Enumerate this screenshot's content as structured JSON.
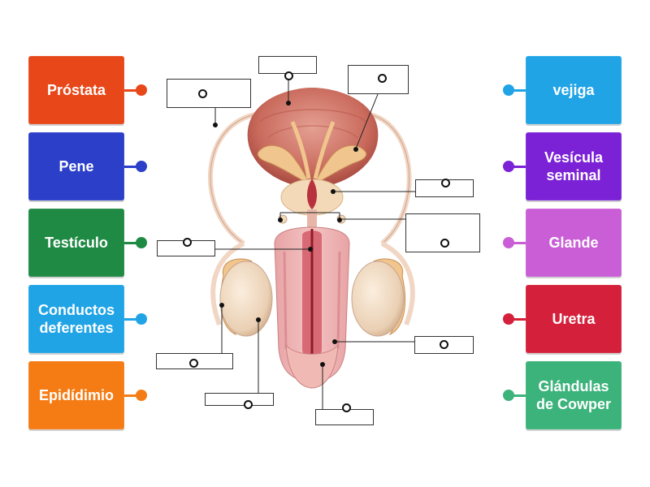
{
  "labels_left": [
    {
      "text": "Próstata",
      "color": "#e8471a"
    },
    {
      "text": "Pene",
      "color": "#2b3fc9"
    },
    {
      "text": "Testículo",
      "color": "#1f8a44"
    },
    {
      "text": "Conductos\ndeferentes",
      "color": "#20a4e6"
    },
    {
      "text": "Epidídimio",
      "color": "#f57c14"
    }
  ],
  "labels_right": [
    {
      "text": "vejiga",
      "color": "#20a4e6"
    },
    {
      "text": "Vesícula\nseminal",
      "color": "#7b22d6"
    },
    {
      "text": "Glande",
      "color": "#c95ed6"
    },
    {
      "text": "Uretra",
      "color": "#d4203a"
    },
    {
      "text": "Glándulas\nde Cowper",
      "color": "#3bb37a"
    }
  ]
}
